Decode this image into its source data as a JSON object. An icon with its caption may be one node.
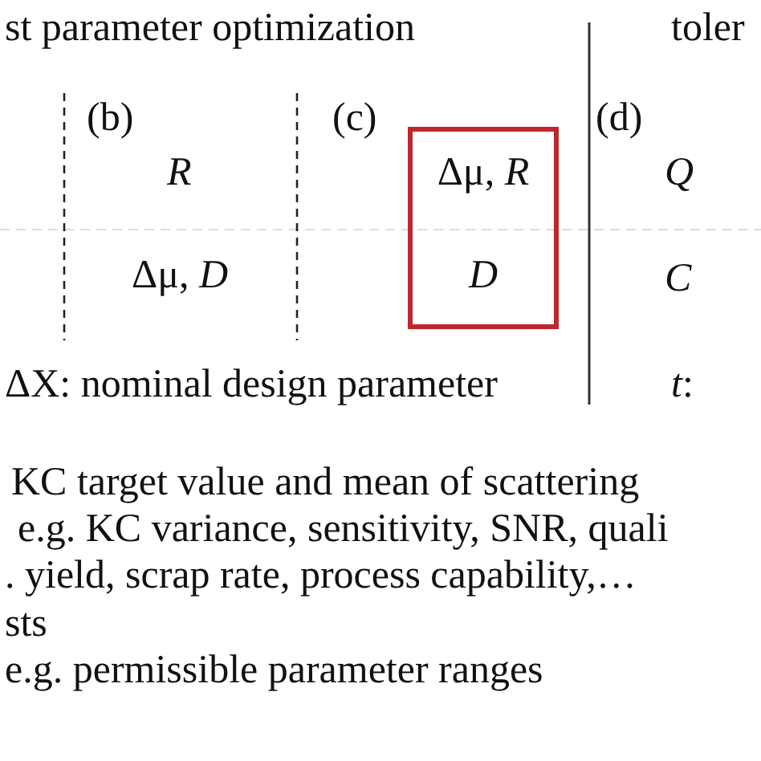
{
  "diagram": {
    "nodes": [
      {
        "text": [
          "Δμ, *R*",
          "*D*"
        ]
      }
    ],
    "edges": [],
    "labels": [
      "st parameter optimization",
      "toler",
      "(b)",
      "(c)",
      "(d)",
      "*R*",
      "Δμ, *D*",
      "*Q*",
      "*C*",
      "ΔX: nominal design parameter",
      "*t*:",
      "KC target value and mean of scattering",
      "e.g. KC variance, sensitivity, SNR, quali",
      ". yield, scrap rate, process capability,…",
      "sts",
      "e.g. permissible parameter ranges"
    ]
  }
}
